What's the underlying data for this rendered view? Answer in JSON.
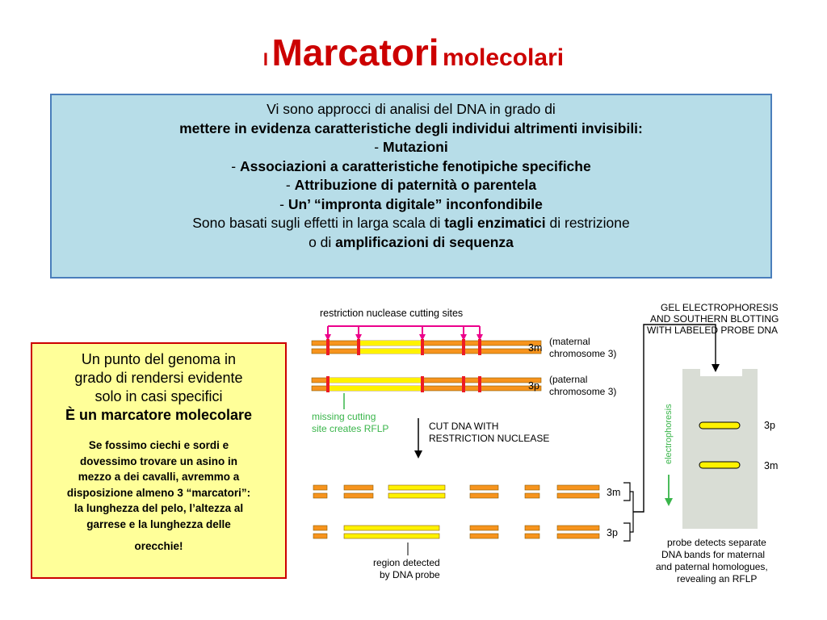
{
  "title": {
    "part1": "I",
    "part2": "Marcatori",
    "part3": "molecolari"
  },
  "intro": {
    "line1": "Vi sono approcci di analisi del DNA in grado di",
    "line2": "mettere in evidenza caratteristiche degli individui altrimenti invisibili:",
    "items": [
      {
        "dash": "- ",
        "text": "Mutazioni"
      },
      {
        "dash": "- ",
        "text": "Associazioni a caratteristiche fenotipiche specifiche"
      },
      {
        "dash": "- ",
        "text": "Attribuzione di paternità o parentela"
      },
      {
        "dash": "- ",
        "text": "Un’ “impronta digitale” inconfondibile"
      }
    ],
    "line7_a": "Sono basati sugli effetti in larga scala di ",
    "line7_b": "tagli enzimatici",
    "line7_c": " di restrizione",
    "line8_a": "o di ",
    "line8_b": "amplificazioni di sequenza"
  },
  "marker_box": {
    "line1": "Un punto del genoma in",
    "line2": "grado di rendersi evidente",
    "line3": "solo in casi specifici",
    "line4": "È un marcatore molecolare",
    "note": [
      "Se fossimo ciechi e sordi e",
      "dovessimo trovare un asino in",
      "mezzo a dei cavalli, avremmo a",
      "disposizione almeno 3 “marcatori”:",
      "la lunghezza del pelo, l’altezza al",
      "garrese e la lunghezza delle"
    ],
    "note_last": "orecchie!"
  },
  "figure": {
    "cutting_sites": "restriction nuclease cutting sites",
    "maternal_tag": "3m",
    "maternal_label_1": "(maternal",
    "maternal_label_2": "chromosome 3)",
    "paternal_tag": "3p",
    "paternal_label_1": "(paternal",
    "paternal_label_2": "chromosome 3)",
    "missing_1": "missing cutting",
    "missing_2": "site creates RFLP",
    "cut_1": "CUT DNA WITH",
    "cut_2": "RESTRICTION NUCLEASE",
    "gel_1": "GEL ELECTROPHORESIS",
    "gel_2": "AND SOUTHERN BLOTTING",
    "gel_3": "WITH LABELED PROBE DNA",
    "electrophoresis": "electrophoresis",
    "band_top": "3p",
    "band_bottom": "3m",
    "frag_m": "3m",
    "frag_p": "3p",
    "region_1": "region detected",
    "region_2": "by DNA probe",
    "probe_1": "probe detects separate",
    "probe_2": "DNA bands for maternal",
    "probe_3": "and paternal homologues,",
    "probe_4": "revealing an RFLP"
  },
  "colors": {
    "title": "#cc0000",
    "box_blue": "#b7dde8",
    "box_yellow": "#ffff99",
    "dna_orange": "#f7941d",
    "dna_yellow": "#fff200",
    "cut_red": "#ed1c24",
    "pink": "#ec008c",
    "green": "#39b54a",
    "gel": "#d9ddd5"
  }
}
